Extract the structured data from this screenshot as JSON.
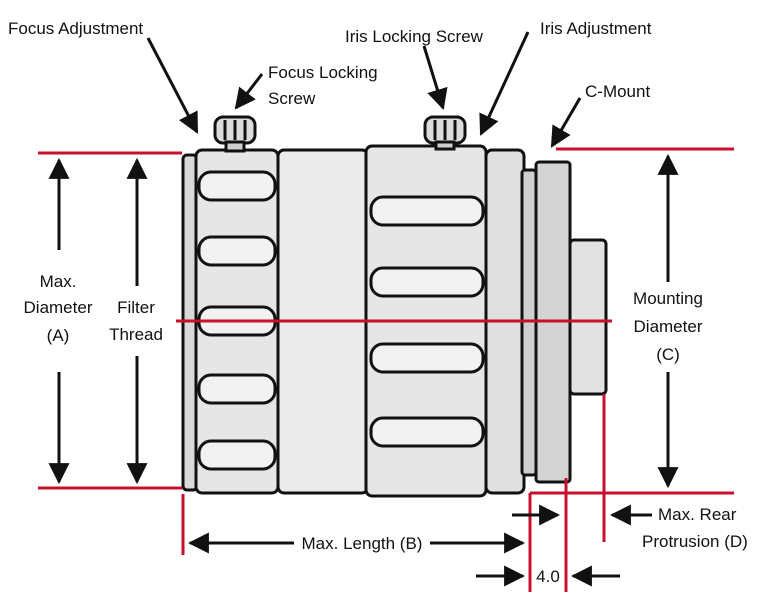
{
  "colors": {
    "guide_line": "#c8102e",
    "outline": "#111111",
    "lens_fill": "#e6e6e6",
    "lens_dark": "#b9b9b9"
  },
  "labels": {
    "focus_adjustment": "Focus Adjustment",
    "focus_locking_screw_line1": "Focus Locking",
    "focus_locking_screw_line2": "Screw",
    "iris_locking_screw": "Iris Locking Screw",
    "iris_adjustment": "Iris Adjustment",
    "c_mount": "C-Mount",
    "max_diameter_line1": "Max.",
    "max_diameter_line2": "Diameter",
    "max_diameter_line3": "(A)",
    "filter_thread_line1": "Filter",
    "filter_thread_line2": "Thread",
    "mounting_diameter_line1": "Mounting",
    "mounting_diameter_line2": "Diameter",
    "mounting_diameter_line3": "(C)",
    "max_length": "Max. Length (B)",
    "max_rear_protrusion_line1": "Max. Rear",
    "max_rear_protrusion_line2": "Protrusion (D)",
    "flange_distance": "4.0"
  }
}
